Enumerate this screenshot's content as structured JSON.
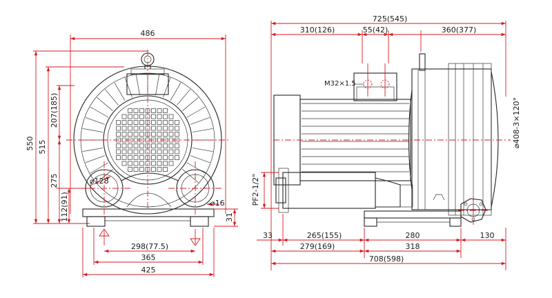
{
  "front_view": {
    "width_top": "486",
    "height_total": "550",
    "height_515": "515",
    "height_upper": "207(185)",
    "height_center": "275",
    "height_base": "112(91)",
    "port_diameter": "⌀128",
    "hole_diameter": "⌀16",
    "base_thickness": "31",
    "bolt_spacing": "298(77.5)",
    "base_width_365": "365",
    "base_width_425": "425"
  },
  "side_view": {
    "total_length_top": "725(545)",
    "motor_length": "310(126)",
    "box_width": "55(42)",
    "blower_length": "360(377)",
    "thread_label": "M32×1.5",
    "pipe_label": "PF2-1/2\"",
    "flange_label": "⌀408-3×120°",
    "bottom_33": "33",
    "bottom_265": "265(155)",
    "bottom_280": "280",
    "bottom_130": "130",
    "bottom_279": "279(169)",
    "bottom_318": "318",
    "bottom_708": "708(598)"
  },
  "colors": {
    "dimension": "#d7191f",
    "outline": "#222222"
  }
}
